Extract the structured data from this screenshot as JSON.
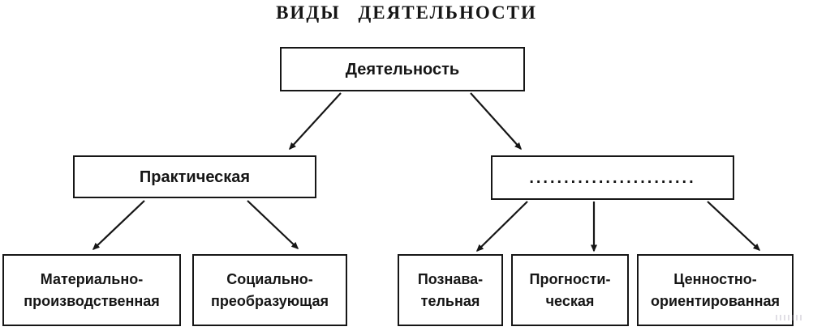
{
  "title": "ВИДЫ ДЕЯТЕЛЬНОСТИ",
  "diagram": {
    "type": "tree",
    "nodes": {
      "root": {
        "label": "Деятельность"
      },
      "practical": {
        "label": "Практическая"
      },
      "placeholder": {
        "label": "........................"
      },
      "material": {
        "label": "Материально-\nпроизводственная"
      },
      "social": {
        "label": "Социально-\nпреобразующая"
      },
      "cognitive": {
        "label": "Познава-\nтельная"
      },
      "prognostic": {
        "label": "Прогности-\nческая"
      },
      "value": {
        "label": "Ценностно-\nориентированная"
      }
    },
    "edges": [
      {
        "from": "root",
        "to": "practical"
      },
      {
        "from": "root",
        "to": "placeholder"
      },
      {
        "from": "practical",
        "to": "material"
      },
      {
        "from": "practical",
        "to": "social"
      },
      {
        "from": "placeholder",
        "to": "cognitive"
      },
      {
        "from": "placeholder",
        "to": "prognostic"
      },
      {
        "from": "placeholder",
        "to": "value"
      }
    ],
    "colors": {
      "line": "#161616",
      "box_border": "#161616",
      "text": "#161616",
      "background": "#ffffff"
    }
  }
}
